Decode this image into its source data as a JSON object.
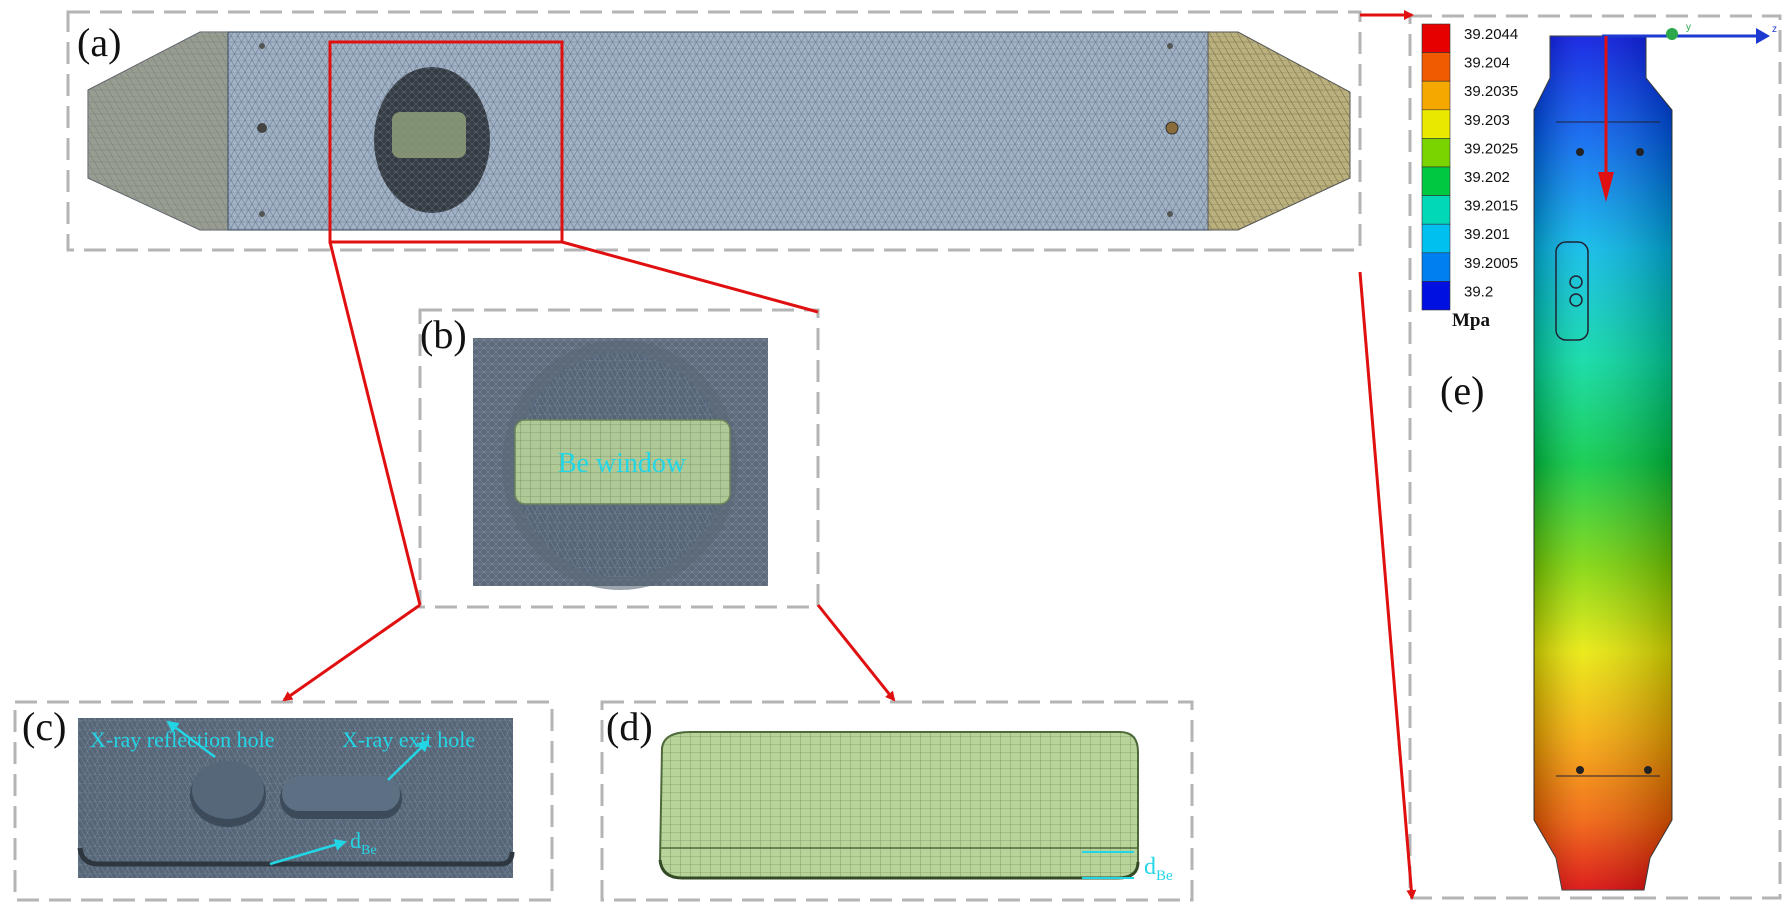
{
  "panels": {
    "a": "(a)",
    "b": "(b)",
    "c": "(c)",
    "d": "(d)",
    "e": "(e)"
  },
  "annotations": {
    "be_window": "Be window",
    "reflection_hole": "X-ray reflection hole",
    "exit_hole": "X-ray exit hole",
    "d_be_main": "d",
    "d_be_sub": "Be"
  },
  "legend": {
    "unit": "Mpa",
    "levels": [
      {
        "value": "39.2044",
        "color": "#e60000"
      },
      {
        "value": "39.204",
        "color": "#f05a00"
      },
      {
        "value": "39.2035",
        "color": "#f5a800"
      },
      {
        "value": "39.203",
        "color": "#e8e800"
      },
      {
        "value": "39.2025",
        "color": "#7ad400"
      },
      {
        "value": "39.202",
        "color": "#00c840"
      },
      {
        "value": "39.2015",
        "color": "#00d8b8"
      },
      {
        "value": "39.201",
        "color": "#00c0f0"
      },
      {
        "value": "39.2005",
        "color": "#0080f0"
      },
      {
        "value": "39.2",
        "color": "#0010e0"
      }
    ]
  },
  "colors": {
    "callout": "#e01010",
    "frame": "#b4b4b4",
    "mesh_body": "#9fb0c4",
    "mesh_end": "#b8b07a",
    "be_green": "#b8d49a",
    "annotation": "#23d6e6"
  }
}
